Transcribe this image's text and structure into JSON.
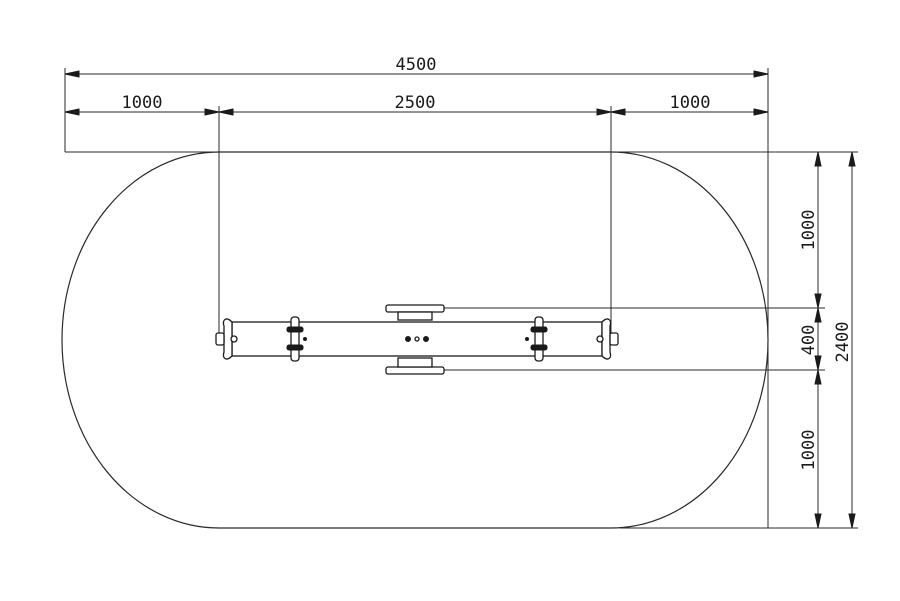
{
  "dimensions": {
    "overall_width": "4500",
    "left_clearance": "1000",
    "equipment_length": "2500",
    "right_clearance": "1000",
    "top_clearance": "1000",
    "equipment_width": "400",
    "bottom_clearance": "1000",
    "overall_height": "2400"
  },
  "colors": {
    "line": "#2a2a2a",
    "background": "#ffffff"
  }
}
